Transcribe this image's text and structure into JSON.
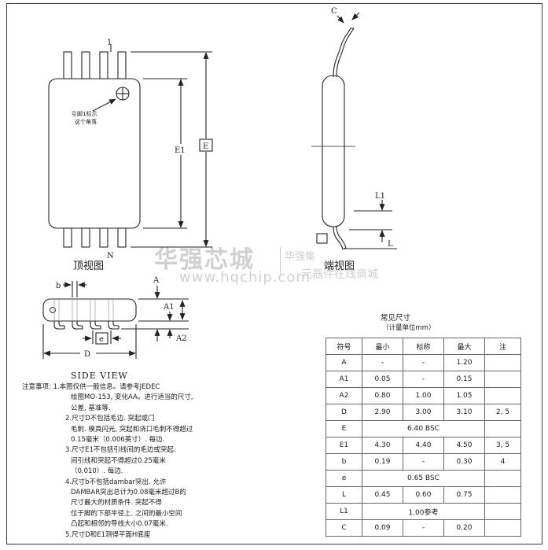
{
  "watermark": {
    "brand": "华强芯城",
    "url": "www.hqchip.com",
    "right_top": "华强集",
    "right_bottom": "元器件在线商城",
    "color": "#c8c8c8"
  },
  "views": {
    "top": {
      "label": "顶视图",
      "pin_one": "1",
      "pin_n": "N",
      "e1": "E1",
      "e": "E",
      "pin1_note_line1": "引脚1标示",
      "pin1_note_line2": "这个角落"
    },
    "end": {
      "label": "端视图",
      "c": "C",
      "l1": "L1",
      "l": "L"
    },
    "side": {
      "label": "SIDE VIEW",
      "a": "A",
      "a1": "A1",
      "a2": "A2",
      "b": "b",
      "e_pitch": "e",
      "d": "D"
    }
  },
  "table": {
    "title": "常见尺寸",
    "subtitle": "（计量单位mm）",
    "headers": {
      "symbol": "符号",
      "min": "最小",
      "nom": "标称",
      "max": "最大",
      "note": "注"
    },
    "rows": [
      {
        "sym": "A",
        "min": "-",
        "nom": "-",
        "max": "1.20",
        "note": ""
      },
      {
        "sym": "A1",
        "min": "0.05",
        "nom": "-",
        "max": "0.15",
        "note": ""
      },
      {
        "sym": "A2",
        "min": "0.80",
        "nom": "1.00",
        "max": "1.05",
        "note": ""
      },
      {
        "sym": "D",
        "min": "2.90",
        "nom": "3.00",
        "max": "3.10",
        "note": "2, 5"
      },
      {
        "sym": "E",
        "span": "6.40 BSC",
        "note": ""
      },
      {
        "sym": "E1",
        "min": "4.30",
        "nom": "4.40",
        "max": "4.50",
        "note": "3, 5"
      },
      {
        "sym": "b",
        "min": "0.19",
        "nom": "-",
        "max": "0.30",
        "note": "4"
      },
      {
        "sym": "e",
        "span": "0.65 BSC",
        "note": ""
      },
      {
        "sym": "L",
        "min": "0.45",
        "nom": "0.60",
        "max": "0.75",
        "note": ""
      },
      {
        "sym": "L1",
        "span": "1.00参考",
        "note": ""
      },
      {
        "sym": "C",
        "min": "0.09",
        "nom": "-",
        "max": "0.20",
        "note": ""
      }
    ]
  },
  "notes": {
    "lines": [
      "注意事项: 1.本图仅供一般信息。请参考JEDEC",
      "绘图MO-153, 变化AA。进行适当的尺寸,",
      "公差, 基准等.",
      "2.尺寸D不包括毛边. 突起或门",
      "毛刺. 模具闪光, 突起和浇口毛刺不得超过",
      "0.15毫米（0.006英寸）. 每边.",
      "3.尺寸E1不包括引线间的毛边或突起.",
      "间引线和突起不得超过0.25毫米",
      "（0.010）. 每边.",
      "4.尺寸b不包括dambar突出. 允许",
      "DAMBAR突出总计为0.08毫米超过B的",
      "尺寸最大的材质条件. 突起不得",
      "位于脚的下部半径上. 之间的最小空间",
      "凸起和相邻的导线大小0.07毫米.",
      "5.尺寸D和E1测得平面H底座"
    ]
  }
}
